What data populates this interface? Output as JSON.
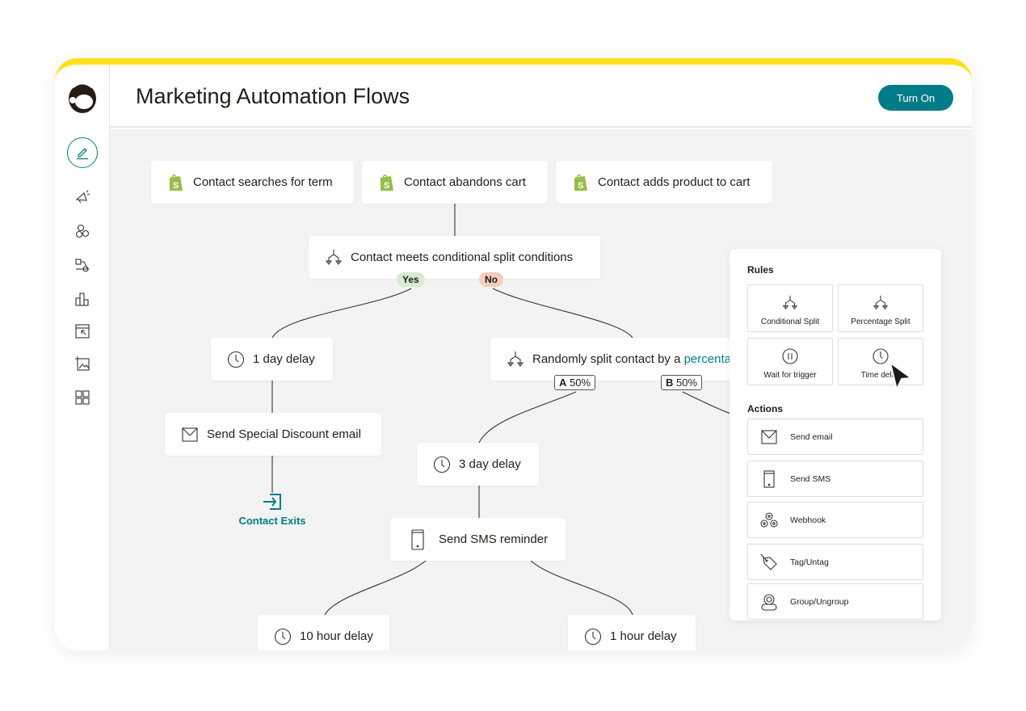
{
  "header": {
    "title": "Marketing Automation Flows",
    "turn_on": "Turn On"
  },
  "colors": {
    "accent": "#007c89",
    "brand_yellow": "#ffe01b",
    "yes": "#d7ecd3",
    "no": "#f6cdbf"
  },
  "sidebar": {
    "icons": [
      "mailchimp-logo",
      "pencil-icon",
      "megaphone-icon",
      "audience-icon",
      "automation-icon",
      "chart-icon",
      "website-icon",
      "content-icon",
      "grid-icon"
    ]
  },
  "flow": {
    "triggers": [
      "Contact searches for term",
      "Contact abandons cart",
      "Contact adds product to cart"
    ],
    "condition": "Contact meets conditional split conditions",
    "yes": "Yes",
    "no": "No",
    "delay1": "1 day delay",
    "random_split": "Randomly split contact by a ",
    "random_split_link": "percentage",
    "a": "A",
    "a_pct": "50%",
    "b": "B",
    "b_pct": "50%",
    "email": "Send Special Discount email",
    "exit": "Contact Exits",
    "delay3": "3 day delay",
    "sms": "Send SMS reminder",
    "delay10h": "10 hour delay",
    "delay1h": "1 hour delay"
  },
  "panel": {
    "rules_title": "Rules",
    "rules": [
      "Conditional Split",
      "Percentage Split",
      "Wait for trigger",
      "Time delay"
    ],
    "actions_title": "Actions",
    "actions": [
      "Send email",
      "Send SMS",
      "Webhook",
      "Tag/Untag",
      "Group/Ungroup"
    ]
  }
}
